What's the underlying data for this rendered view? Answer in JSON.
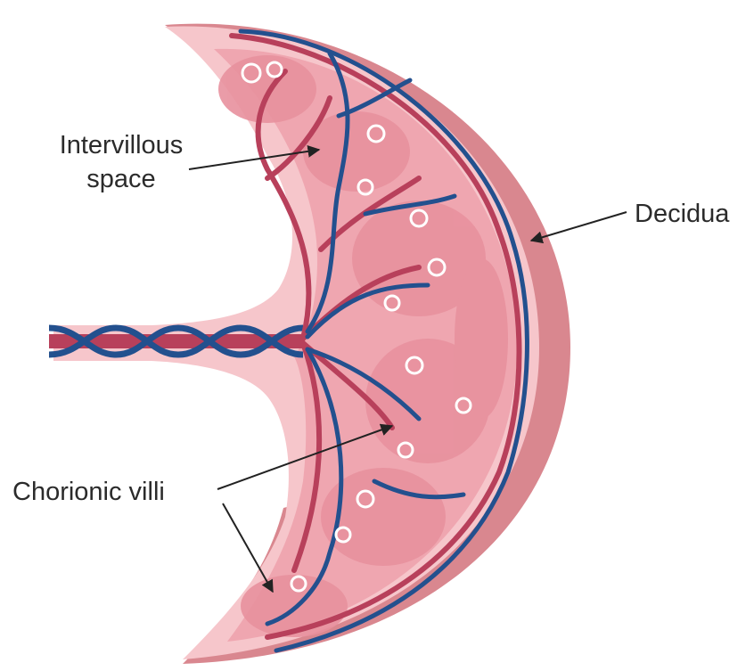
{
  "labels": {
    "intervillous_line1": "Intervillous",
    "intervillous_line2": "space",
    "decidua": "Decidua",
    "chorionic_villi": "Chorionic villi"
  },
  "colors": {
    "decidua_outer": "#d9878f",
    "placenta_light": "#f6c6cb",
    "placenta_inner": "#efa6b0",
    "villus_tissue": "#e8919e",
    "vessel_red": "#b8405b",
    "vessel_blue": "#23508e",
    "arrow": "#222222"
  }
}
